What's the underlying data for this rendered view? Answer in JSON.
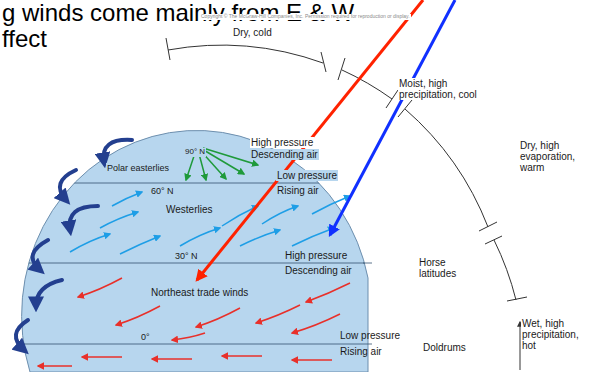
{
  "diagram": {
    "labels": [
      "g winds come mainly from E & W",
      "ffect",
      "Copyright © The McGraw-Hill Companies, Inc. Permission required for reproduction or display.",
      "Dry, cold",
      "Moist, high precipitation, cool",
      "High pressure",
      "Descending air",
      "90° N",
      "Polar easterlies",
      "Low pressure",
      "Rising air",
      "60° N",
      "Dry, high evaporation, warm",
      "Westerlies",
      "30° N",
      "High pressure",
      "Descending air",
      "Horse latitudes",
      "Northeast trade winds",
      "Low pressure",
      "Rising air",
      "Doldrums",
      "0°",
      "Wet, high precipitation, hot"
    ]
  }
}
